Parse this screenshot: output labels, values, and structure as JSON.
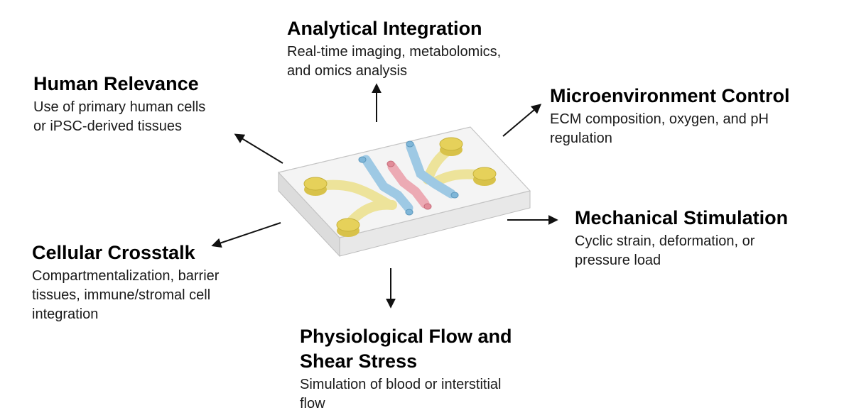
{
  "top": {
    "title": "Analytical Integration",
    "desc": [
      "Real-time imaging, metabolomics,",
      "and omics analysis"
    ]
  },
  "top_left": {
    "title": "Human Relevance",
    "desc": [
      "Use of primary human cells",
      "or iPSC-derived tissues"
    ]
  },
  "top_right": {
    "title": "Microenvironment Control",
    "desc": [
      "ECM composition, oxygen, and pH",
      "regulation"
    ]
  },
  "mid_right": {
    "title": "Mechanical Stimulation",
    "desc": [
      "Cyclic strain, deformation, or",
      "pressure load"
    ]
  },
  "mid_left": {
    "title": "Cellular Crosstalk",
    "desc": [
      "Compartmentalization, barrier",
      "tissues, immune/stromal cell",
      "integration"
    ]
  },
  "bottom": {
    "title_lines": [
      "Physiological Flow and",
      "Shear Stress"
    ],
    "desc": [
      "Simulation of blood or interstitial",
      "flow"
    ]
  },
  "colors": {
    "text": "#000000",
    "arrow": "#111111",
    "chip_top": "#f4f4f4",
    "chip_side": "#dcdcdc",
    "channel_yellow": "#ede39a",
    "port_yellow": "#e6d15a",
    "channel_blue": "#9ec9e4",
    "channel_pink": "#ecaab4"
  }
}
